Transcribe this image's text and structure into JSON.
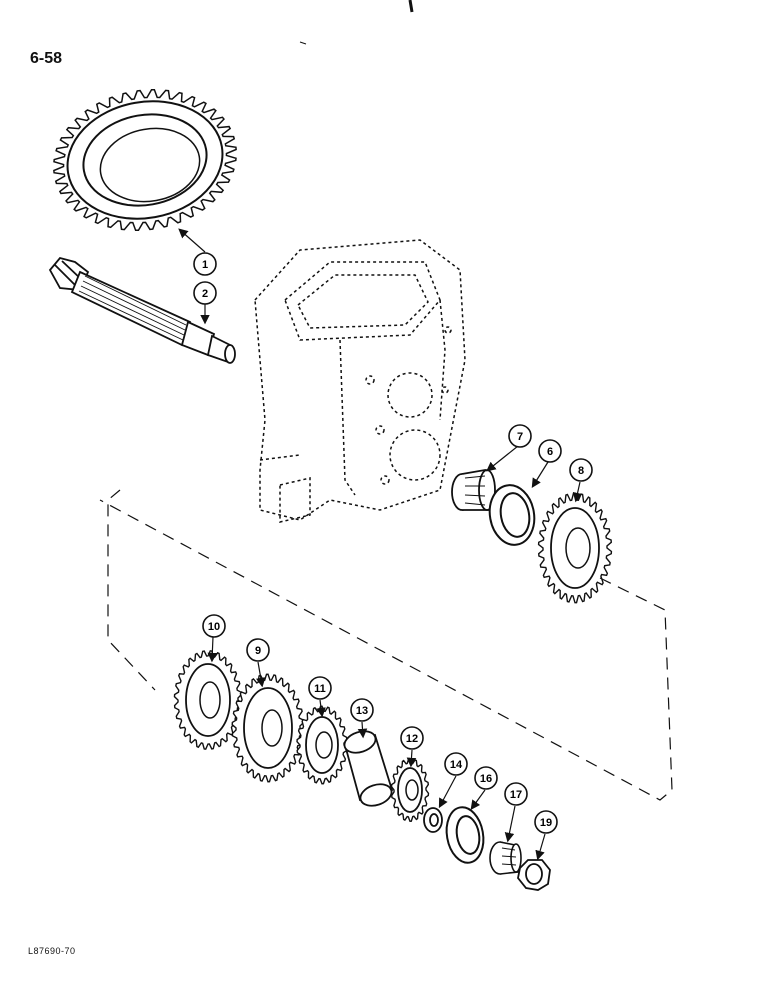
{
  "page": {
    "page_number": "6-58",
    "figure_code": "L87690-70"
  },
  "callouts": [
    {
      "id": "c1",
      "label": "1"
    },
    {
      "id": "c2",
      "label": "2"
    },
    {
      "id": "c7",
      "label": "7"
    },
    {
      "id": "c6",
      "label": "6"
    },
    {
      "id": "c8",
      "label": "8"
    },
    {
      "id": "c10",
      "label": "10"
    },
    {
      "id": "c9",
      "label": "9"
    },
    {
      "id": "c11",
      "label": "11"
    },
    {
      "id": "c13",
      "label": "13"
    },
    {
      "id": "c12",
      "label": "12"
    },
    {
      "id": "c14",
      "label": "14"
    },
    {
      "id": "c16",
      "label": "16"
    },
    {
      "id": "c17",
      "label": "17"
    },
    {
      "id": "c19",
      "label": "19"
    }
  ]
}
